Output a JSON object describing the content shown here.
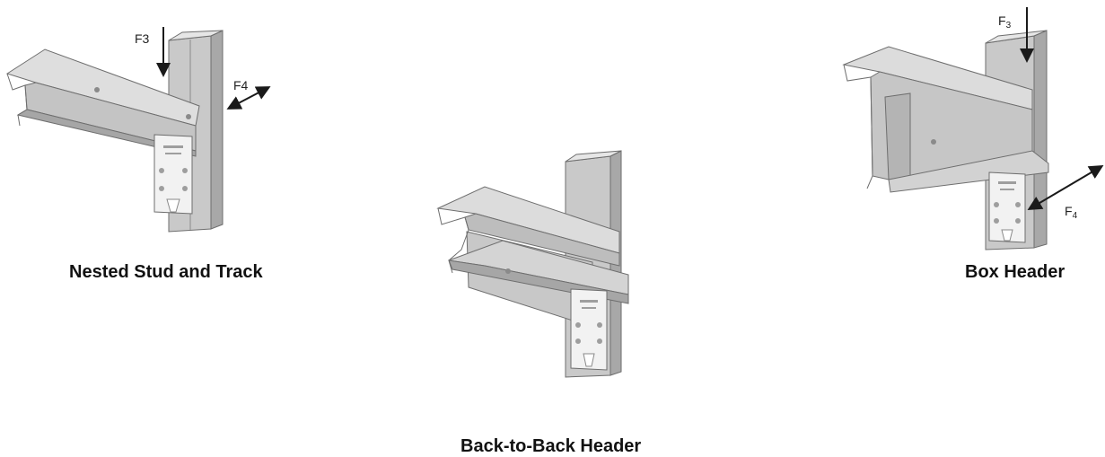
{
  "captions": {
    "nested": "Nested Stud and Track",
    "box": "Box Header",
    "back_to_back": "Back-to-Back Header"
  },
  "force_labels": {
    "nested_f3": "F3",
    "nested_f4": "F4",
    "box_f3": "F",
    "box_f3_sub": "3",
    "box_f4": "F",
    "box_f4_sub": "4"
  },
  "colors": {
    "steel_light": "#dcdcdc",
    "steel_mid": "#c4c4c4",
    "steel_dark": "#9e9e9e",
    "edge": "#6e6e6e",
    "clip": "#f2f2f2",
    "arrow": "#1a1a1a"
  }
}
